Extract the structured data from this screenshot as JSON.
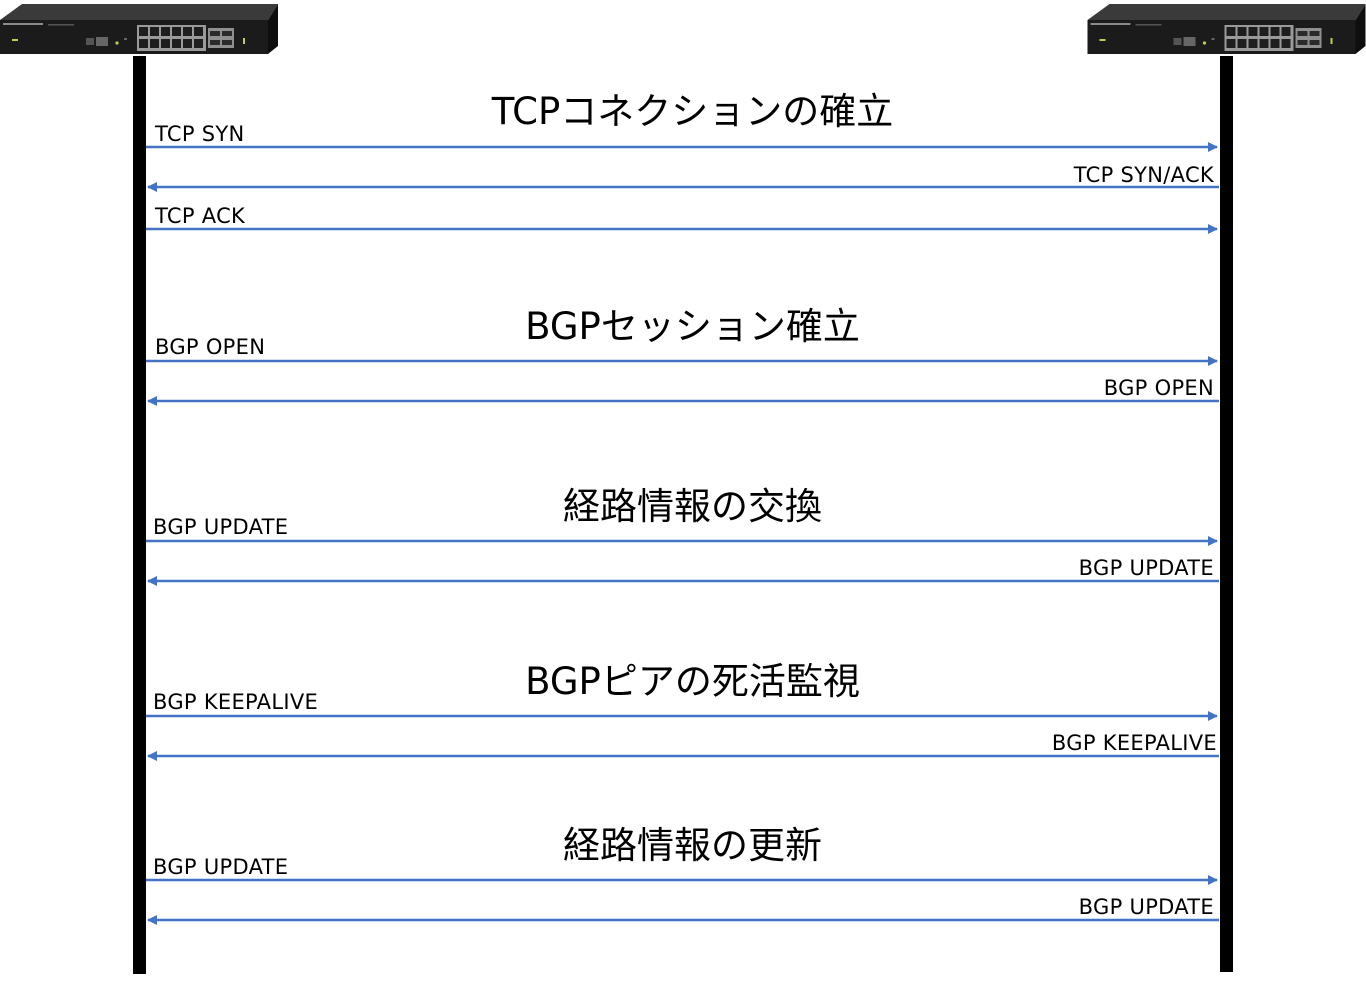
{
  "devices": {
    "left": {
      "icon": "network-switch-icon"
    },
    "right": {
      "icon": "network-switch-icon"
    }
  },
  "colors": {
    "arrow": "#4472c4",
    "lifeline": "#000000",
    "device_body": "#1b1b1b"
  },
  "phases": [
    {
      "title": "TCPコネクションの確立",
      "messages": [
        {
          "label": "TCP SYN",
          "direction": "right"
        },
        {
          "label": "TCP SYN/ACK",
          "direction": "left"
        },
        {
          "label": "TCP ACK",
          "direction": "right"
        }
      ]
    },
    {
      "title": "BGPセッション確立",
      "messages": [
        {
          "label": "BGP OPEN",
          "direction": "right"
        },
        {
          "label": "BGP OPEN",
          "direction": "left"
        }
      ]
    },
    {
      "title": "経路情報の交換",
      "messages": [
        {
          "label": "BGP UPDATE",
          "direction": "right"
        },
        {
          "label": "BGP UPDATE",
          "direction": "left"
        }
      ]
    },
    {
      "title": "BGPピアの死活監視",
      "messages": [
        {
          "label": "BGP KEEPALIVE",
          "direction": "right"
        },
        {
          "label": "BGP KEEPALIVE",
          "direction": "left"
        }
      ]
    },
    {
      "title": "経路情報の更新",
      "messages": [
        {
          "label": "BGP UPDATE",
          "direction": "right"
        },
        {
          "label": "BGP UPDATE",
          "direction": "left"
        }
      ]
    }
  ]
}
